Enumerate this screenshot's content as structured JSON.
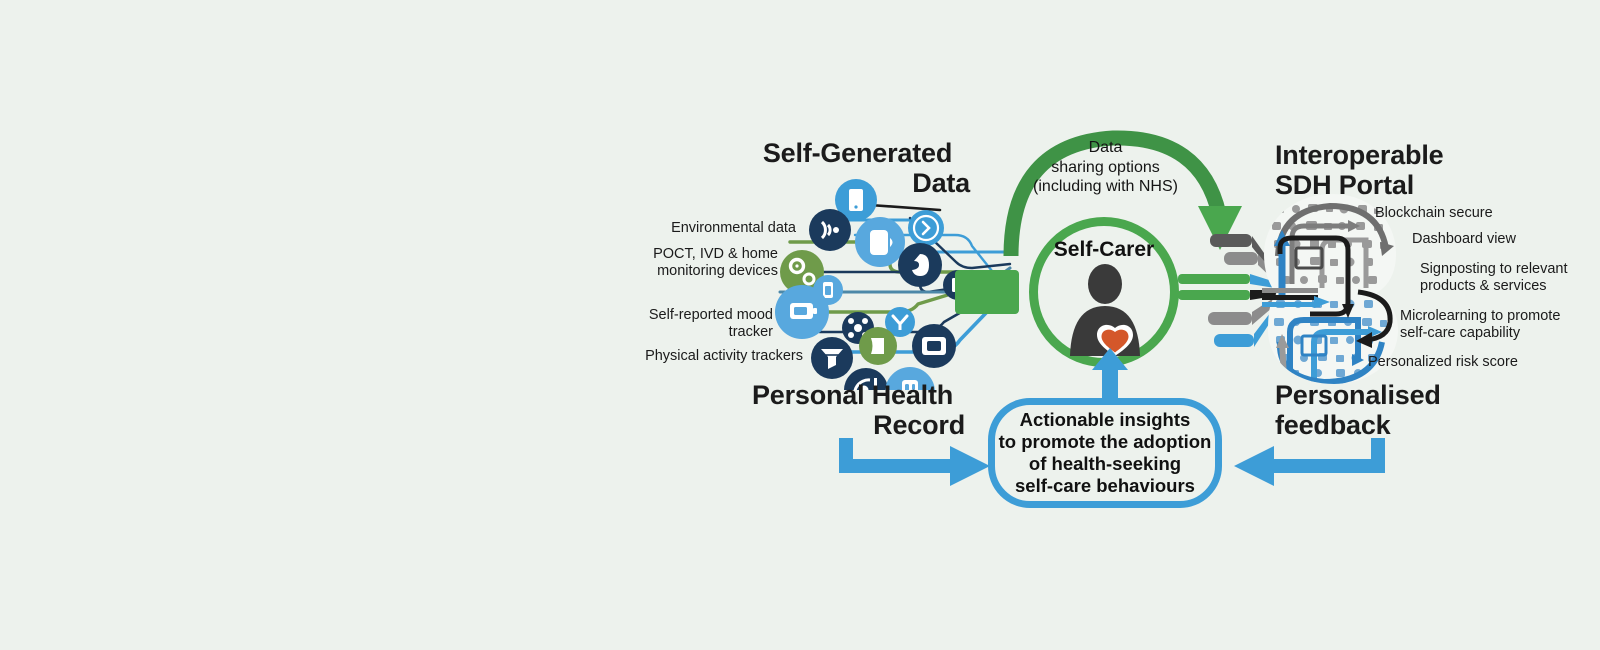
{
  "figure": {
    "background_color": "#edf2ed",
    "palette": {
      "green": "#4aa74e",
      "green_dark": "#3f8f43",
      "blue": "#3d9dd7",
      "blue_dark": "#1f6fb0",
      "navy": "#1b3a5c",
      "olive": "#6f9b4a",
      "gray": "#8c8c8c",
      "gray_dark": "#5a5a5a",
      "black": "#1b1b1b",
      "heart": "#d4572a",
      "text": "#111111"
    }
  },
  "headings": {
    "self_generated_data_line1": "Self-Generated",
    "self_generated_data_line2": "Data",
    "personal_health_record_line1": "Personal Health",
    "personal_health_record_line2": "Record",
    "interoperable_portal_line1": "Interoperable",
    "interoperable_portal_line2": "SDH Portal",
    "personalised_feedback_line1": "Personalised",
    "personalised_feedback_line2": "feedback"
  },
  "center": {
    "self_carer_label": "Self-Carer",
    "arc_label_line1": "Data",
    "arc_label_line2": "sharing options",
    "arc_label_line3": "(including with NHS)"
  },
  "callout": {
    "line1": "Actionable insights",
    "line2": "to promote the adoption",
    "line3": "of health-seeking",
    "line4": "self-care behaviours"
  },
  "left_labels": [
    {
      "id": "environmental-data",
      "text": "Environmental data"
    },
    {
      "id": "poct-devices",
      "line1": "POCT, IVD & home",
      "line2": "monitoring devices"
    },
    {
      "id": "mood-tracker",
      "line1": "Self-reported mood",
      "line2": "tracker"
    },
    {
      "id": "activity-trackers",
      "text": "Physical activity trackers"
    }
  ],
  "right_labels": [
    {
      "id": "blockchain-secure",
      "line1": "Blockchain secure",
      "line2": ""
    },
    {
      "id": "dashboard-view",
      "line1": "Dashboard view",
      "line2": ""
    },
    {
      "id": "signposting",
      "line1": "Signposting to relevant",
      "line2": "products & services"
    },
    {
      "id": "microlearning",
      "line1": "Microlearning to promote",
      "line2": "self-care capability"
    },
    {
      "id": "risk-score",
      "line1": "Personalized risk score",
      "line2": ""
    }
  ],
  "icons": {
    "device_cluster": [
      {
        "name": "tablet-icon",
        "color": "blue"
      },
      {
        "name": "wifi-signal-icon",
        "color": "navy"
      },
      {
        "name": "chevron-circle-icon",
        "color": "blue"
      },
      {
        "name": "smart-device-icon",
        "color": "blue"
      },
      {
        "name": "gears-icon",
        "color": "olive"
      },
      {
        "name": "fingerprint-icon",
        "color": "navy"
      },
      {
        "name": "battery-icon",
        "color": "blue"
      },
      {
        "name": "document-scan-icon",
        "color": "navy"
      },
      {
        "name": "monitor-screen-icon",
        "color": "blue"
      },
      {
        "name": "molecule-icon",
        "color": "navy"
      },
      {
        "name": "broadcast-icon",
        "color": "blue"
      },
      {
        "name": "book-icon",
        "color": "olive"
      },
      {
        "name": "camera-device-icon",
        "color": "navy"
      },
      {
        "name": "funnel-data-icon",
        "color": "navy"
      },
      {
        "name": "satellite-dish-icon",
        "color": "navy"
      },
      {
        "name": "thermometer-icon",
        "color": "blue"
      }
    ],
    "center_person": "person-silhouette-icon",
    "center_heart": "heart-icon",
    "portal": "brain-network-icon"
  }
}
